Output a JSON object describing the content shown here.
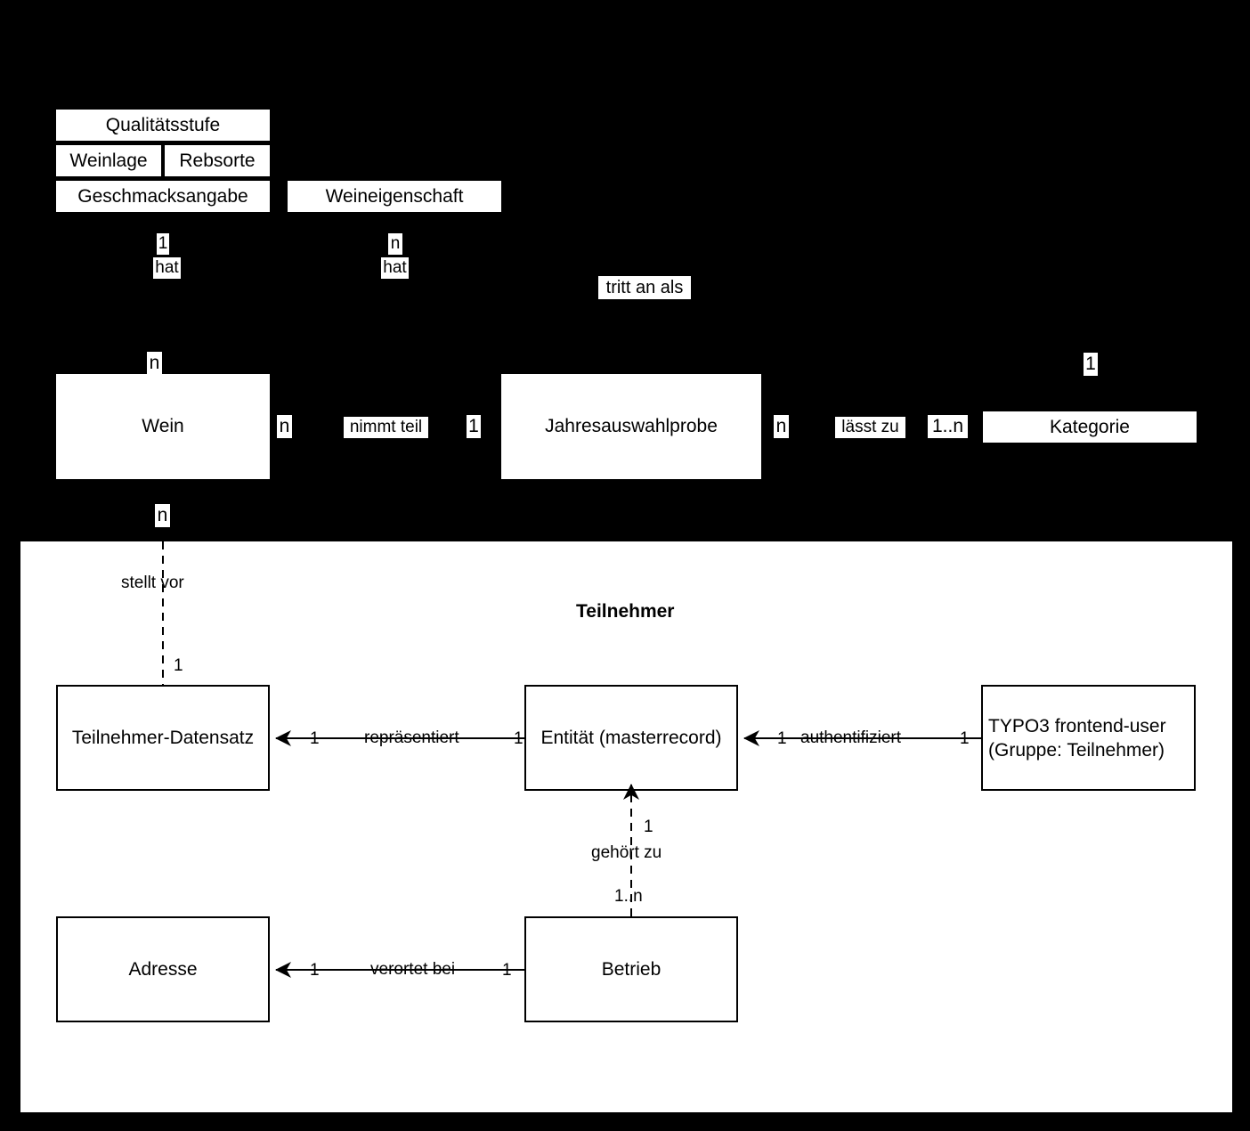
{
  "canvas": {
    "background": "#000000",
    "panel_background": "#ffffff",
    "stroke": "#000000"
  },
  "top_entities": {
    "qualitaetsstufe": "Qualitätsstufe",
    "weinlage": "Weinlage",
    "rebsorte": "Rebsorte",
    "geschmacksangabe": "Geschmacksangabe",
    "weineigenschaft": "Weineigenschaft"
  },
  "mid_entities": {
    "wein": "Wein",
    "jahresauswahlprobe": "Jahresauswahlprobe",
    "kategorie": "Kategorie"
  },
  "relationships": {
    "hat_left": "hat",
    "hat_right": "hat",
    "tritt_an_als": "tritt an als",
    "nimmt_teil": "nimmt teil",
    "laesst_zu": "lässt zu",
    "stellt_vor": "stellt vor",
    "repraesentiert": "repräsentiert",
    "authentifiziert": "authentifiziert",
    "gehoert_zu": "gehört zu",
    "verortet_bei": "verortet bei"
  },
  "cardinalities": {
    "qualitaet_hat_1": "1",
    "weineigenschaft_hat_n": "n",
    "wein_top_n": "n",
    "wein_right_n": "n",
    "wein_bottom_n": "n",
    "nimmt_teil_probe_1": "1",
    "probe_right_n": "n",
    "laesst_zu_1n": "1..n",
    "kategorie_top_1": "1",
    "stellt_vor_1": "1",
    "repraesentiert_left_1": "1",
    "repraesentiert_right_1": "1",
    "authentifiziert_left_1": "1",
    "authentifiziert_right_1": "1",
    "gehoert_zu_top_1": "1",
    "gehoert_zu_bottom_1n": "1..n",
    "verortet_bei_left_1": "1",
    "verortet_bei_right_1": "1"
  },
  "panel": {
    "title": "Teilnehmer",
    "entities": {
      "teilnehmer_datensatz": "Teilnehmer-Datensatz",
      "entitaet": "Entität (masterrecord)",
      "typo3_line1": "TYPO3 frontend-user",
      "typo3_line2": "(Gruppe: Teilnehmer)",
      "adresse": "Adresse",
      "betrieb": "Betrieb"
    }
  }
}
